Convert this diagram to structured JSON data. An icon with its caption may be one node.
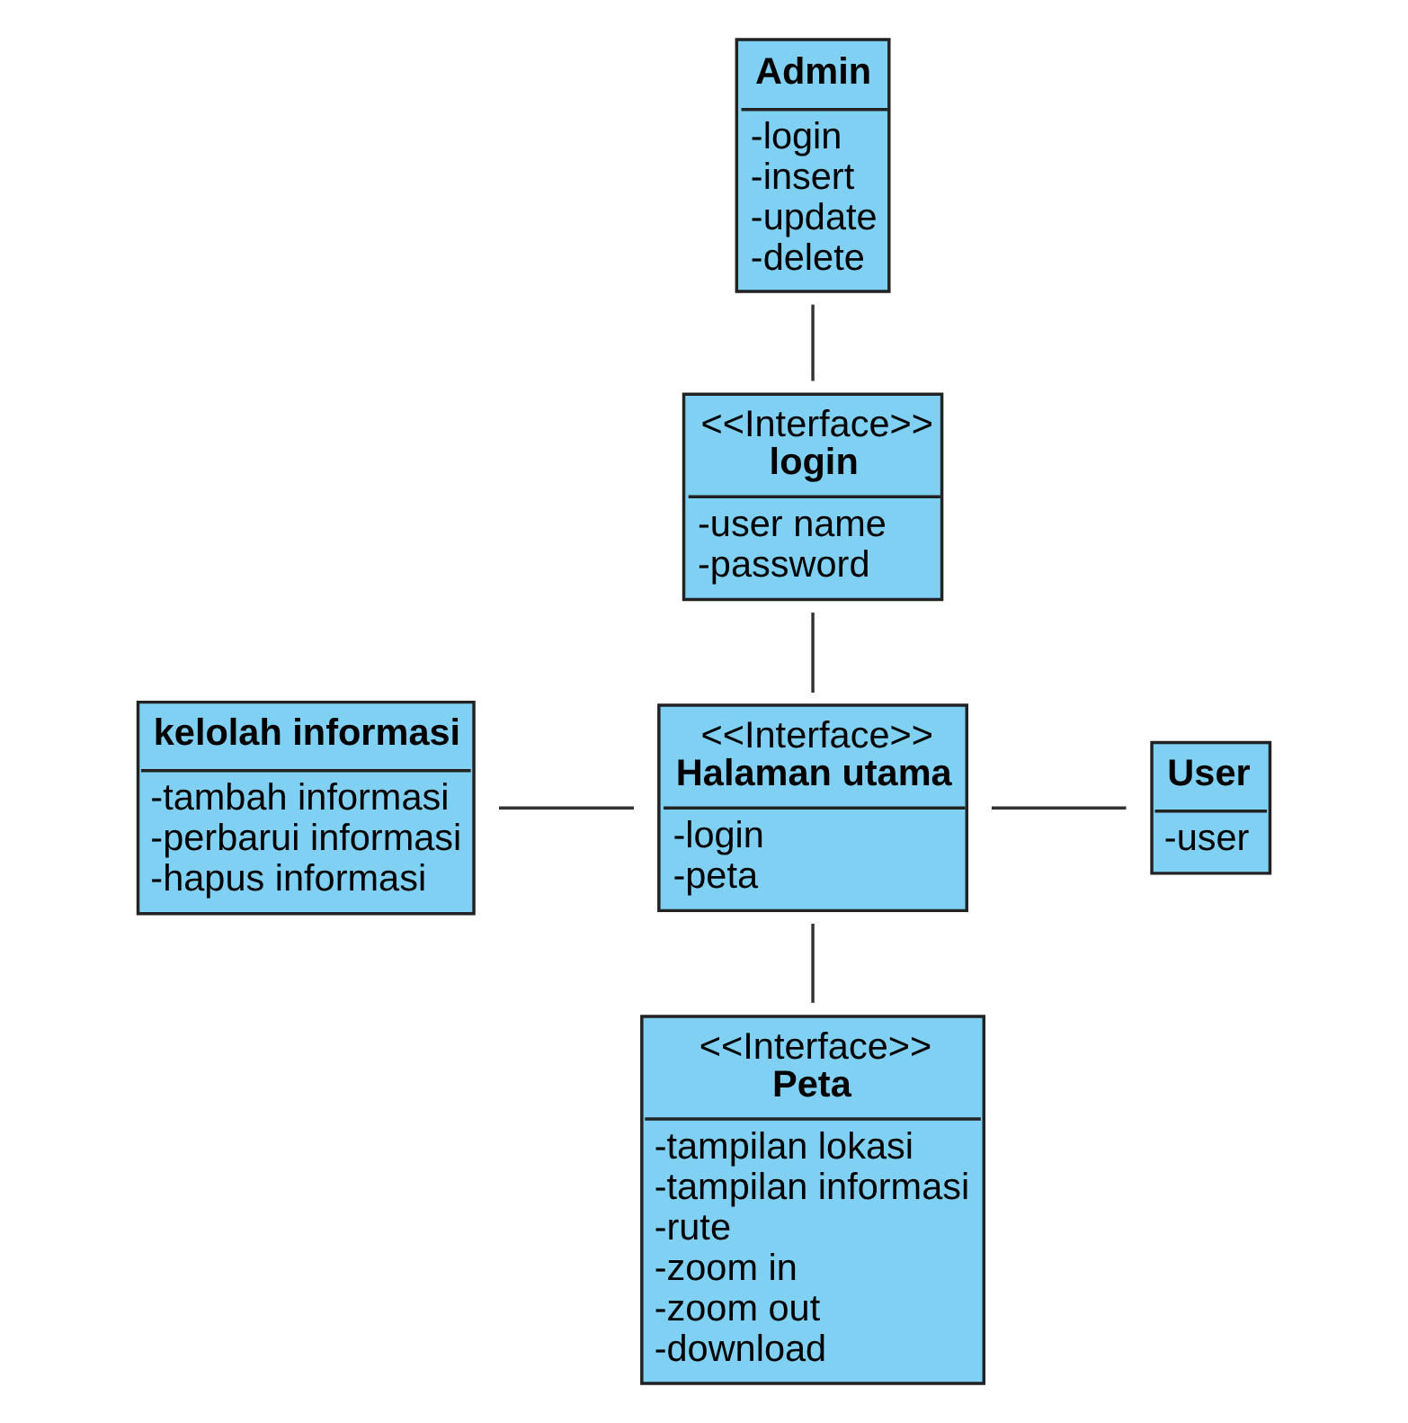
{
  "diagram": {
    "nodes": [
      {
        "text": [
          "Admin",
          "-login",
          "-insert",
          "-update",
          "-delete"
        ]
      },
      {
        "text": [
          "<<Interface>>",
          "login",
          "-user name",
          "-password"
        ]
      },
      {
        "text": [
          "<<Interface>>",
          "Halaman utama",
          "-login",
          "-peta"
        ]
      },
      {
        "text": [
          "kelolah informasi",
          "-tambah informasi",
          "-perbarui informasi",
          "-hapus informasi"
        ]
      },
      {
        "text": [
          "User",
          "-user"
        ]
      },
      {
        "text": [
          "<<Interface>>",
          "Peta",
          "-tampilan lokasi",
          "-tampilan informasi",
          "-rute",
          "-zoom in",
          "-zoom out",
          "-download"
        ]
      }
    ],
    "edges": [
      {
        "from": 0,
        "to": 1,
        "arrow": "none"
      },
      {
        "from": 1,
        "to": 2,
        "arrow": "none"
      },
      {
        "from": 3,
        "to": 2,
        "arrow": "none"
      },
      {
        "from": 2,
        "to": 4,
        "arrow": "none"
      },
      {
        "from": 2,
        "to": 5,
        "arrow": "none"
      }
    ]
  }
}
